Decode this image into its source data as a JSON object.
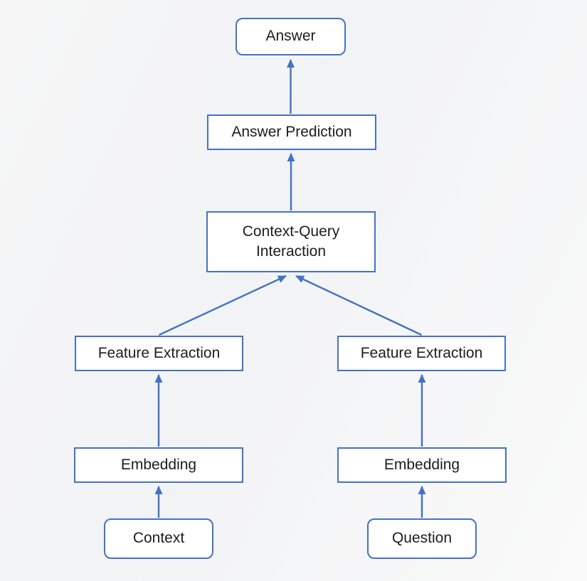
{
  "diagram": {
    "type": "flowchart",
    "direction": "bottom-to-top",
    "colors": {
      "box_border": "#4472C4",
      "box_fill": "#FFFFFF",
      "arrow": "#4472C4",
      "text": "#1D1D1F",
      "background": "#F5F5F6"
    },
    "nodes": {
      "answer": {
        "label": "Answer",
        "shape": "rounded"
      },
      "answer_prediction": {
        "label": "Answer Prediction",
        "shape": "rect"
      },
      "context_query_interaction": {
        "label": "Context-Query Interaction",
        "lines": [
          "Context-Query",
          "Interaction"
        ],
        "shape": "rect"
      },
      "feature_extraction_left": {
        "label": "Feature Extraction",
        "shape": "rect"
      },
      "feature_extraction_right": {
        "label": "Feature Extraction",
        "shape": "rect"
      },
      "embedding_left": {
        "label": "Embedding",
        "shape": "rect"
      },
      "embedding_right": {
        "label": "Embedding",
        "shape": "rect"
      },
      "context": {
        "label": "Context",
        "shape": "rounded"
      },
      "question": {
        "label": "Question",
        "shape": "rounded"
      }
    },
    "edges": [
      {
        "from": "context",
        "to": "embedding_left"
      },
      {
        "from": "embedding_left",
        "to": "feature_extraction_left"
      },
      {
        "from": "feature_extraction_left",
        "to": "context_query_interaction"
      },
      {
        "from": "question",
        "to": "embedding_right"
      },
      {
        "from": "embedding_right",
        "to": "feature_extraction_right"
      },
      {
        "from": "feature_extraction_right",
        "to": "context_query_interaction"
      },
      {
        "from": "context_query_interaction",
        "to": "answer_prediction"
      },
      {
        "from": "answer_prediction",
        "to": "answer"
      }
    ]
  }
}
